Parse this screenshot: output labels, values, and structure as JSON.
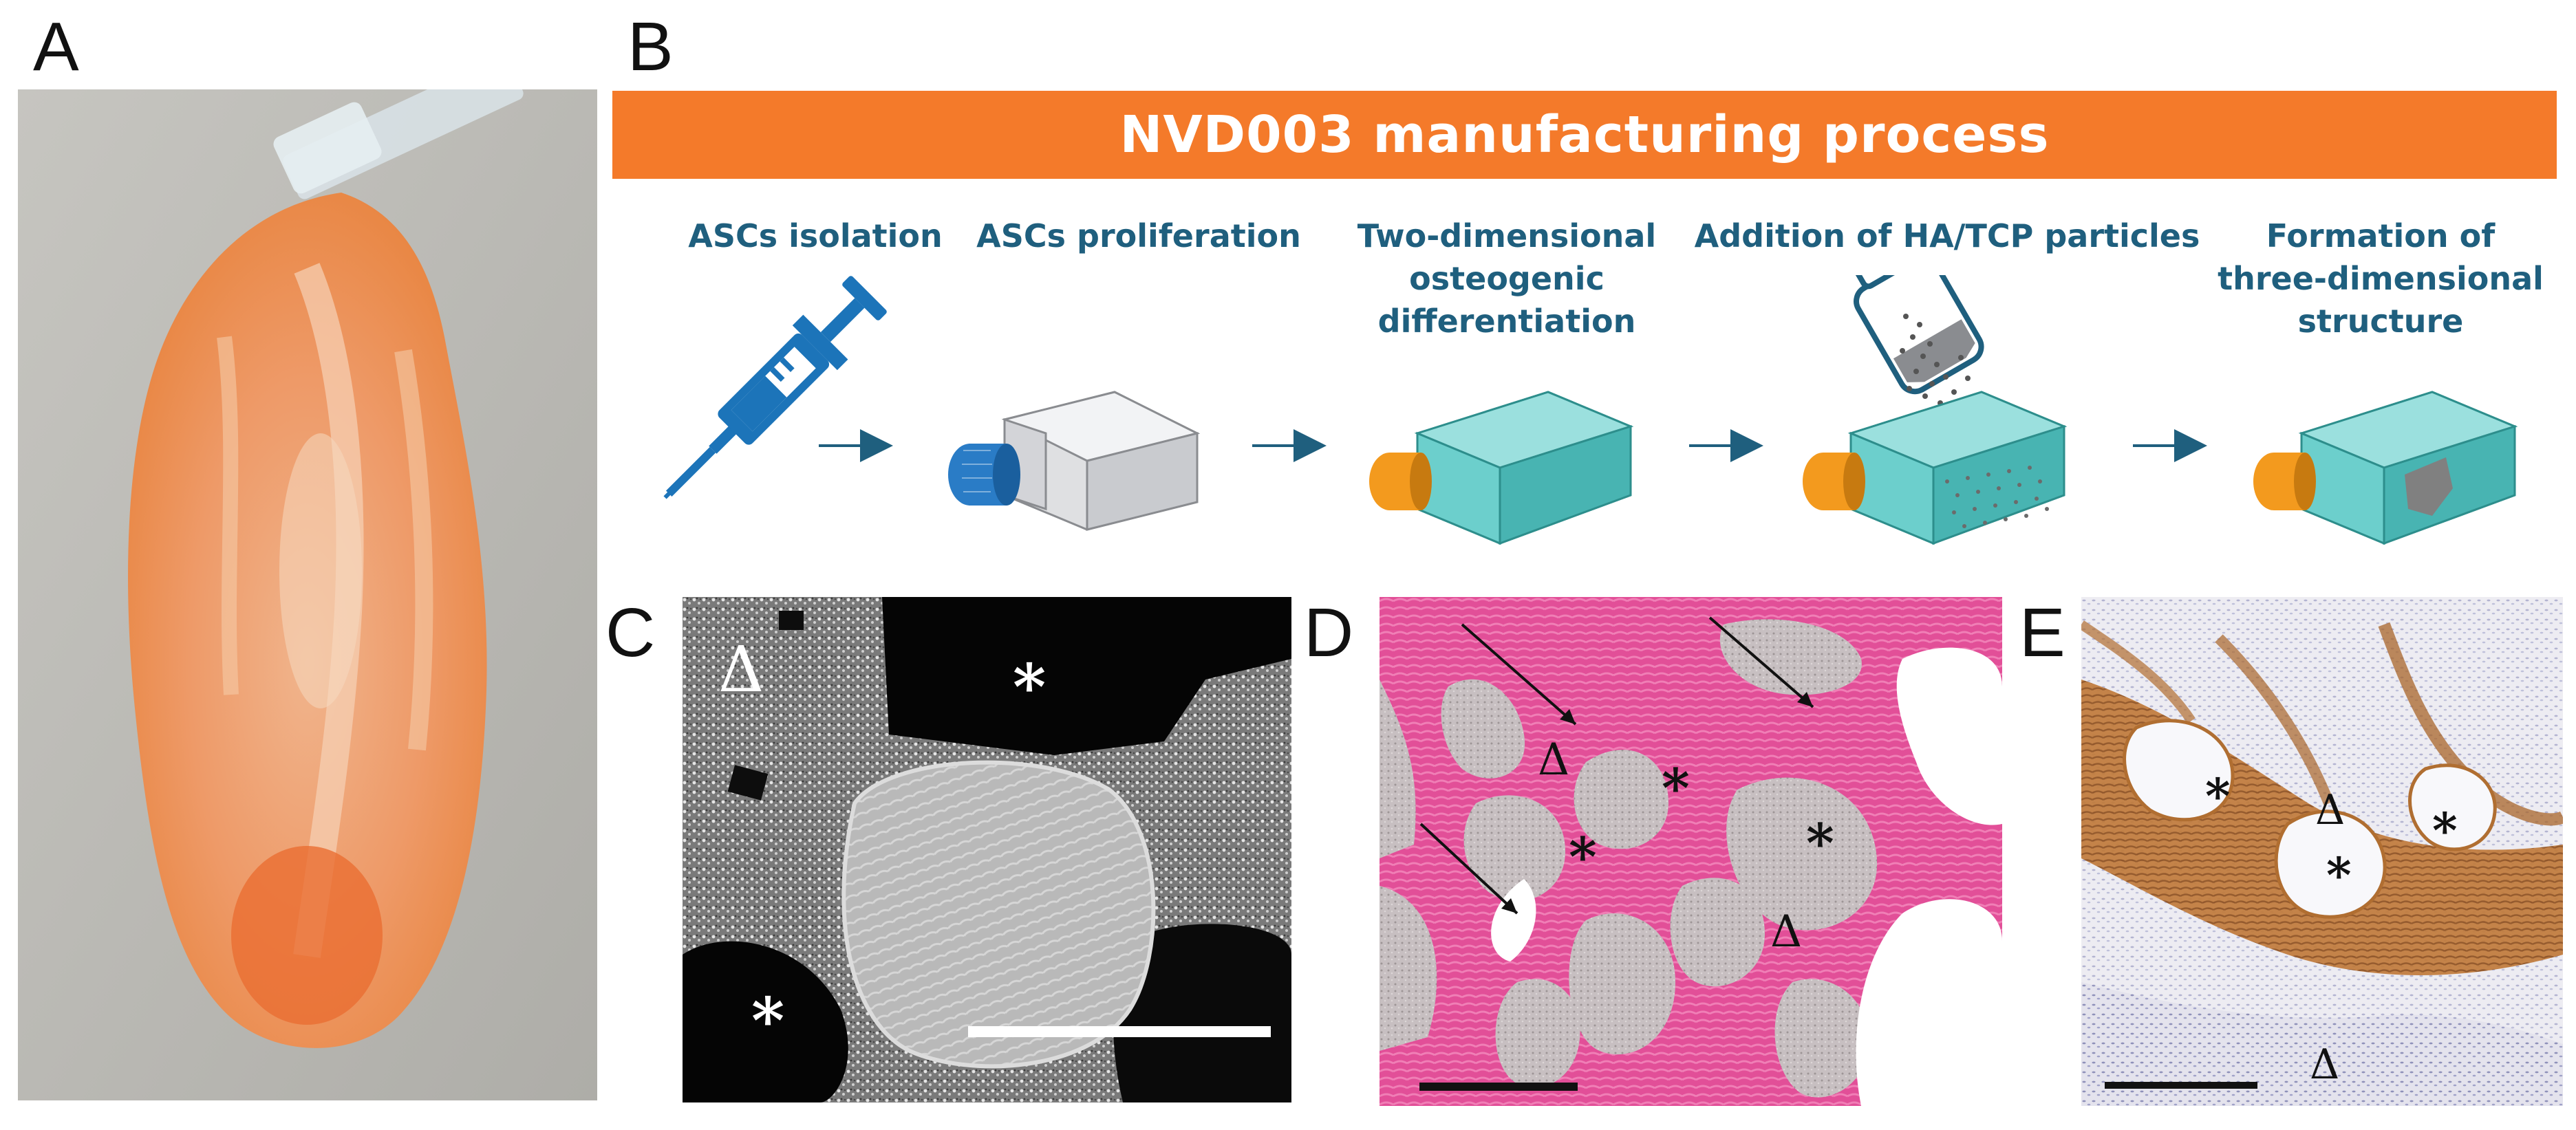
{
  "panels": {
    "a": "A",
    "b": "B",
    "c": "C",
    "d": "D",
    "e": "E"
  },
  "banner": {
    "title": "NVD003 manufacturing process",
    "color": "#f47a2a"
  },
  "steps": [
    {
      "lines": [
        "ASCs isolation"
      ],
      "icon": "syringe-icon"
    },
    {
      "lines": [
        "ASCs proliferation"
      ],
      "icon": "culture-flask-icon"
    },
    {
      "lines": [
        "Two-dimensional",
        "osteogenic",
        "differentiation"
      ],
      "icon": "culture-flask-icon"
    },
    {
      "lines": [
        "Addition of HA/TCP particles"
      ],
      "icon": "particle-bottle-icon"
    },
    {
      "lines": [
        "Formation of",
        "three-dimensional",
        "structure"
      ],
      "icon": "culture-flask-icon"
    }
  ],
  "colors": {
    "title_text": "#1f5f7e",
    "flask_teal": "#5cc6c4",
    "cap_orange": "#f39a1e",
    "syringe_blue": "#1c74b9",
    "he_pink": "#e0559a",
    "ihc_brown": "#a8652a"
  },
  "markers": {
    "asterisk": "*",
    "delta": "Δ"
  }
}
